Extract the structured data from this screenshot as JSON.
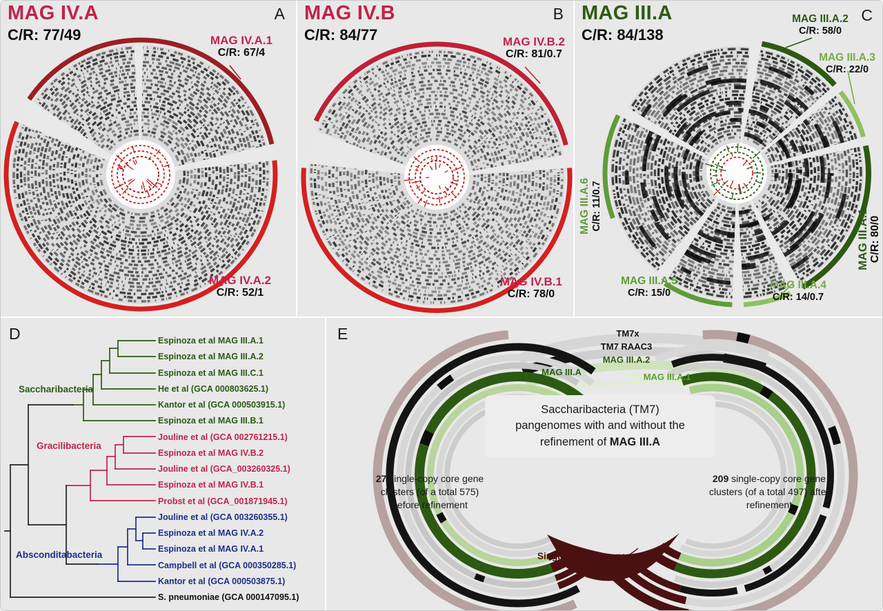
{
  "panels": {
    "a": {
      "letter": "A",
      "title": "MAG IV.A",
      "cr": "C/R: 77/49",
      "sub1_name": "MAG IV.A.1",
      "sub1_cr": "C/R: 67/4",
      "sub2_name": "MAG IV.A.2",
      "sub2_cr": "C/R: 52/1"
    },
    "b": {
      "letter": "B",
      "title": "MAG IV.B",
      "cr": "C/R: 84/77",
      "sub1_name": "MAG IV.B.2",
      "sub1_cr": "C/R: 81/0.7",
      "sub2_name": "MAG IV.B.1",
      "sub2_cr": "C/R: 78/0"
    },
    "c": {
      "letter": "C",
      "title": "MAG III.A",
      "cr": "C/R: 84/138",
      "subs": [
        {
          "name": "MAG III.A.2",
          "cr": "C/R: 58/0"
        },
        {
          "name": "MAG III.A.3",
          "cr": "C/R: 22/0"
        },
        {
          "name": "MAG III.A.1",
          "cr": "C/R: 80/0"
        },
        {
          "name": "MAG III.A.4",
          "cr": "C/R: 14/0.7"
        },
        {
          "name": "MAG III.A.5",
          "cr": "C/R: 15/0"
        },
        {
          "name": "MAG III.A.6",
          "cr": "C/R: 11/0.7"
        }
      ]
    },
    "d": {
      "letter": "D",
      "clades": {
        "sacchari": "Saccharibacteria",
        "gracili": "Gracilibacteria",
        "abscondita": "Absconditabacteria"
      },
      "leaves": [
        {
          "label": "Espinoza et al MAG III.A.1"
        },
        {
          "label": "Espinoza et al MAG III.A.2"
        },
        {
          "label": "Espinoza et al MAG III.C.1"
        },
        {
          "label": "He et al (GCA 000803625.1)"
        },
        {
          "label": "Kantor et al (GCA 000503915.1)"
        },
        {
          "label": "Espinoza et al MAG III.B.1"
        },
        {
          "label": "Jouline et al (GCA 002761215.1)"
        },
        {
          "label": "Espinoza et al MAG IV.B.2"
        },
        {
          "label": "Jouline et al (GCA_003260325.1)"
        },
        {
          "label": "Espinoza et al MAG IV.B.1"
        },
        {
          "label": "Probst et al (GCA_001871945.1)"
        },
        {
          "label": "Jouline et al (GCA 003260355.1)"
        },
        {
          "label": "Espinoza et al MAG IV.A.2"
        },
        {
          "label": "Espinoza et al MAG IV.A.1"
        },
        {
          "label": "Campbell et al (GCA 000350285.1)"
        },
        {
          "label": "Kantor et al (GCA 000503875.1)"
        },
        {
          "label": "S. pneumoniae (GCA 000147095.1)"
        }
      ]
    },
    "e": {
      "letter": "E",
      "ribbon1": "TM7x",
      "ribbon2": "TM7 RAAC3",
      "ribbon3": "MAG III.A.2",
      "ribbon4": "MAG III.A",
      "ribbon5": "MAG III.A.1",
      "center_line1": "Saccharibacteria (TM7)",
      "center_line2": "pangenomes with and without the",
      "center_line3_pre": "refinement of ",
      "center_line3_bold": "MAG III.A",
      "left_bold": "27",
      "left_text": " single-copy core gene clusters (of a total 575) before refinement",
      "right_bold": "209",
      "right_text": " single-copy core gene clusters (of a total 497) after refinement",
      "core_label": "Single-copy core gene clusters"
    }
  },
  "colors": {
    "crimson": "#c0234c",
    "red_bright": "#d42020",
    "red_dark": "#9b1f22",
    "green_dark": "#2d5a12",
    "green_mid": "#5f9c37",
    "green_light": "#76ab48",
    "navy": "#1f2d8a",
    "maroon": "#4a1111",
    "rose": "#b7a0a0"
  }
}
